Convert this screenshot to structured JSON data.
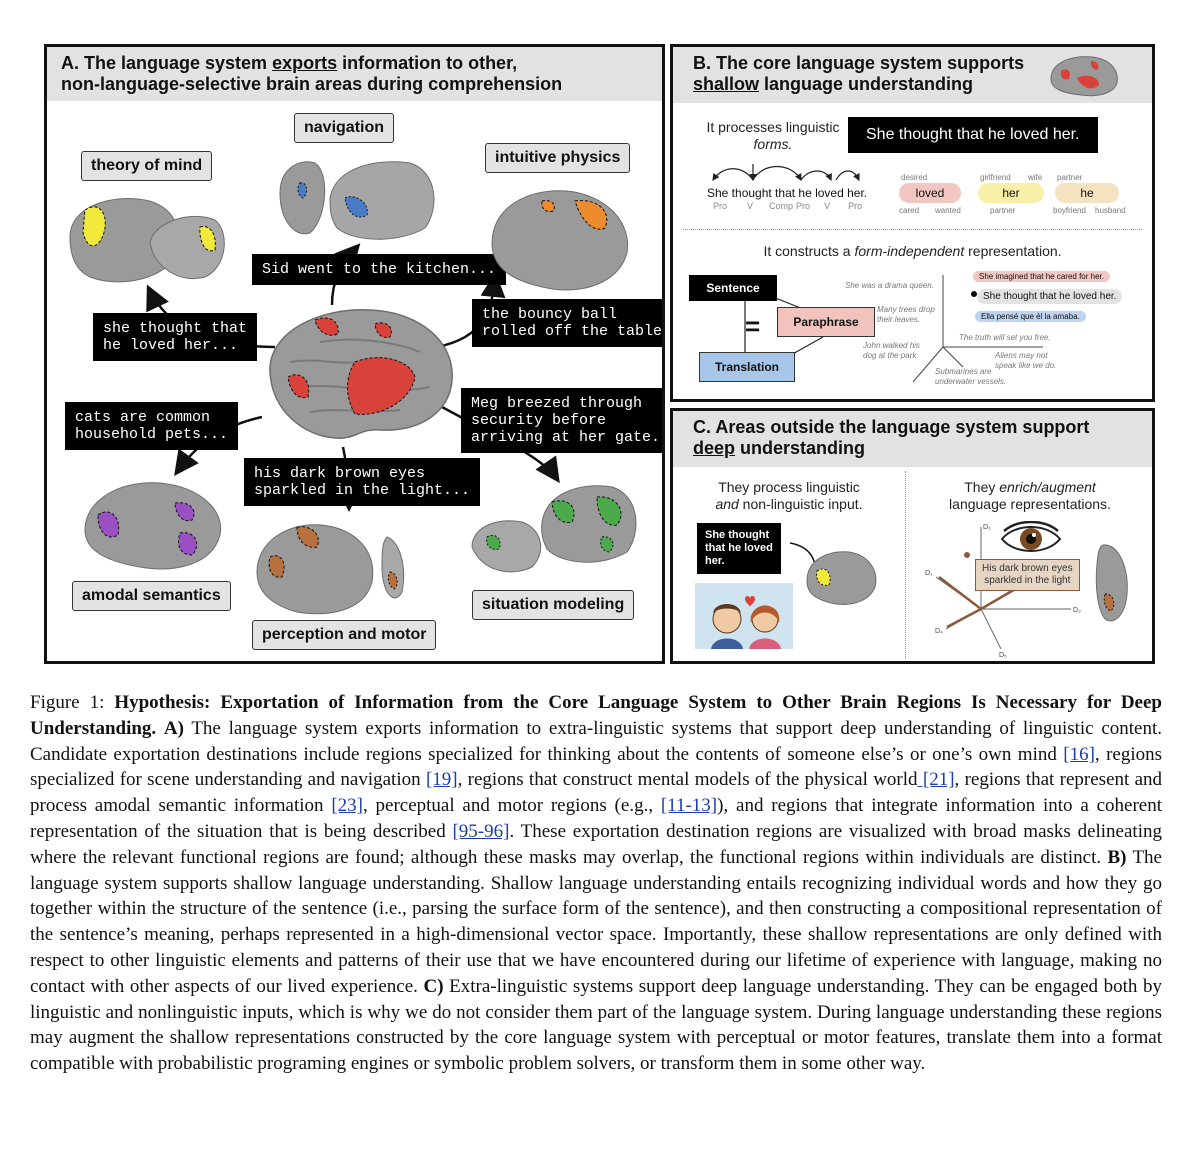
{
  "panelA": {
    "title_pre": "A. The language system ",
    "title_u": "exports",
    "title_post": " information to other,",
    "title_line2": "non-language-selective brain areas during comprehension",
    "labels": {
      "theory_of_mind": "theory of mind",
      "navigation": "navigation",
      "intuitive_physics": "intuitive physics",
      "amodal_semantics": "amodal semantics",
      "perception_motor": "perception and motor",
      "situation_modeling": "situation modeling"
    },
    "bubbles": {
      "tom": "she thought that\nhe loved her...",
      "nav": "Sid went to the kitchen...",
      "phys": "the bouncy ball\nrolled off the table...",
      "sem": "cats are common\nhousehold pets...",
      "perc": "his dark brown eyes\nsparkled in the light...",
      "sit": "Meg breezed through\nsecurity before\narriving at her gate..."
    }
  },
  "panelB": {
    "title_line1": "B. The core language system supports",
    "title_u": "shallow",
    "title_post": " language understanding",
    "forms_line1": "It processes linguistic",
    "forms_line2": "forms.",
    "sentence": "She thought that he loved her.",
    "parse_sentence": "She thought that he loved her.",
    "pos_tags": [
      "Pro",
      "V",
      "Comp",
      "Pro",
      "V",
      "Pro"
    ],
    "word_clouds": [
      {
        "word": "loved",
        "above": "desired",
        "below_left": "cared",
        "below_right": "wanted",
        "color": "#f2c7c2"
      },
      {
        "word": "her",
        "above": "girlfriend",
        "above2": "wife",
        "below_left": "partner",
        "color": "#f8f0a8"
      },
      {
        "word": "he",
        "above": "partner",
        "below_left": "boyfriend",
        "below_right": "husband",
        "color": "#f5e3c0"
      }
    ],
    "form_independent_pre": "It constructs a ",
    "form_independent_em": "form-independent",
    "form_independent_post": " representation.",
    "box_sentence": "Sentence",
    "box_paraphrase": "Paraphrase",
    "box_translation": "Translation",
    "equals": "=",
    "space_sentences": {
      "s1": "She imagined that he cared for her.",
      "s2": "She thought that he loved her.",
      "s3": "Ella pensé que él la amaba.",
      "g1": "She was a drama queen.",
      "g2": "Many trees drop their leaves.",
      "g3": "The truth will set you free.",
      "g4": "John walked his dog at the park.",
      "g5": "Aliens may not speak like we do.",
      "g6": "Submarines are underwater vessels."
    }
  },
  "panelC": {
    "title_line1": "C. Areas outside the language system support",
    "title_u": "deep",
    "title_post": " understanding",
    "left_line1": "They process linguistic",
    "left_line2_em": "and",
    "left_line2_post": " non-linguistic input.",
    "right_line1_pre": "They ",
    "right_line1_em": "enrich/augment",
    "right_line2": "language representations.",
    "bubble": "She thought\nthat he loved\nher.",
    "eyes_box": "His dark brown eyes\nsparkled in the light",
    "axis_labels": [
      "D₁",
      "D₂",
      "D₃",
      "D₄",
      "D₅"
    ]
  },
  "caption": {
    "fig": "Figure 1: ",
    "bold_title": "Hypothesis: Exportation of Information from the Core Language System to Other Brain Regions Is Necessary for Deep Understanding.",
    "a_label": "A)",
    "t1": " The language system exports information to extra-linguistic systems that support deep understanding of linguistic content. Candidate exportation destinations include regions specialized for thinking about the contents of someone else’s or one’s own mind ",
    "r1": "[16]",
    "t2": ", regions specialized for scene understanding and navigation ",
    "r2": "[19]",
    "t3": ", regions that construct mental models of the physical world",
    "r3": " [21]",
    "t4": ", regions that represent and process amodal semantic information ",
    "r4": "[23]",
    "t5": ", perceptual and motor regions (e.g., ",
    "r5": "[11-13]",
    "t6": "), and regions that integrate information into a coherent representation of the situation that is being described ",
    "r6": "[95-96]",
    "t7": ". These exportation destination regions are visualized with broad masks delineating where the relevant functional regions are found; although these masks may overlap, the functional regions within individuals are distinct. ",
    "b_label": "B)",
    "t8": " The language system supports shallow language understanding. Shallow language understanding entails recognizing individual words and how they go together within the structure of the sentence (i.e., parsing the surface form of the sentence), and then constructing a compositional representation of the sentence’s meaning, perhaps represented in a high-dimensional vector space. Importantly, these shallow representations are only defined with respect to other linguistic elements and patterns of their use that we have encountered during our lifetime of experience with language, making no contact with other aspects of our lived experience. ",
    "c_label": "C)",
    "t9": " Extra-linguistic systems support deep language understanding. They can be engaged both by linguistic and nonlinguistic inputs, which is why we do not consider them part of the language system. During language understanding these regions may augment the shallow representations constructed by the core language system with perceptual or motor features, translate them into a format compatible with probabilistic programing engines or symbolic problem solvers, or transform them in some other way."
  },
  "colors": {
    "language": "#d9413b",
    "theory_of_mind": "#f2ea3a",
    "navigation": "#4a7cc6",
    "intuitive_physics": "#ee8b2e",
    "amodal_semantics": "#9a4fc2",
    "perception_motor": "#b8703e",
    "situation_modeling": "#4caa4c"
  }
}
